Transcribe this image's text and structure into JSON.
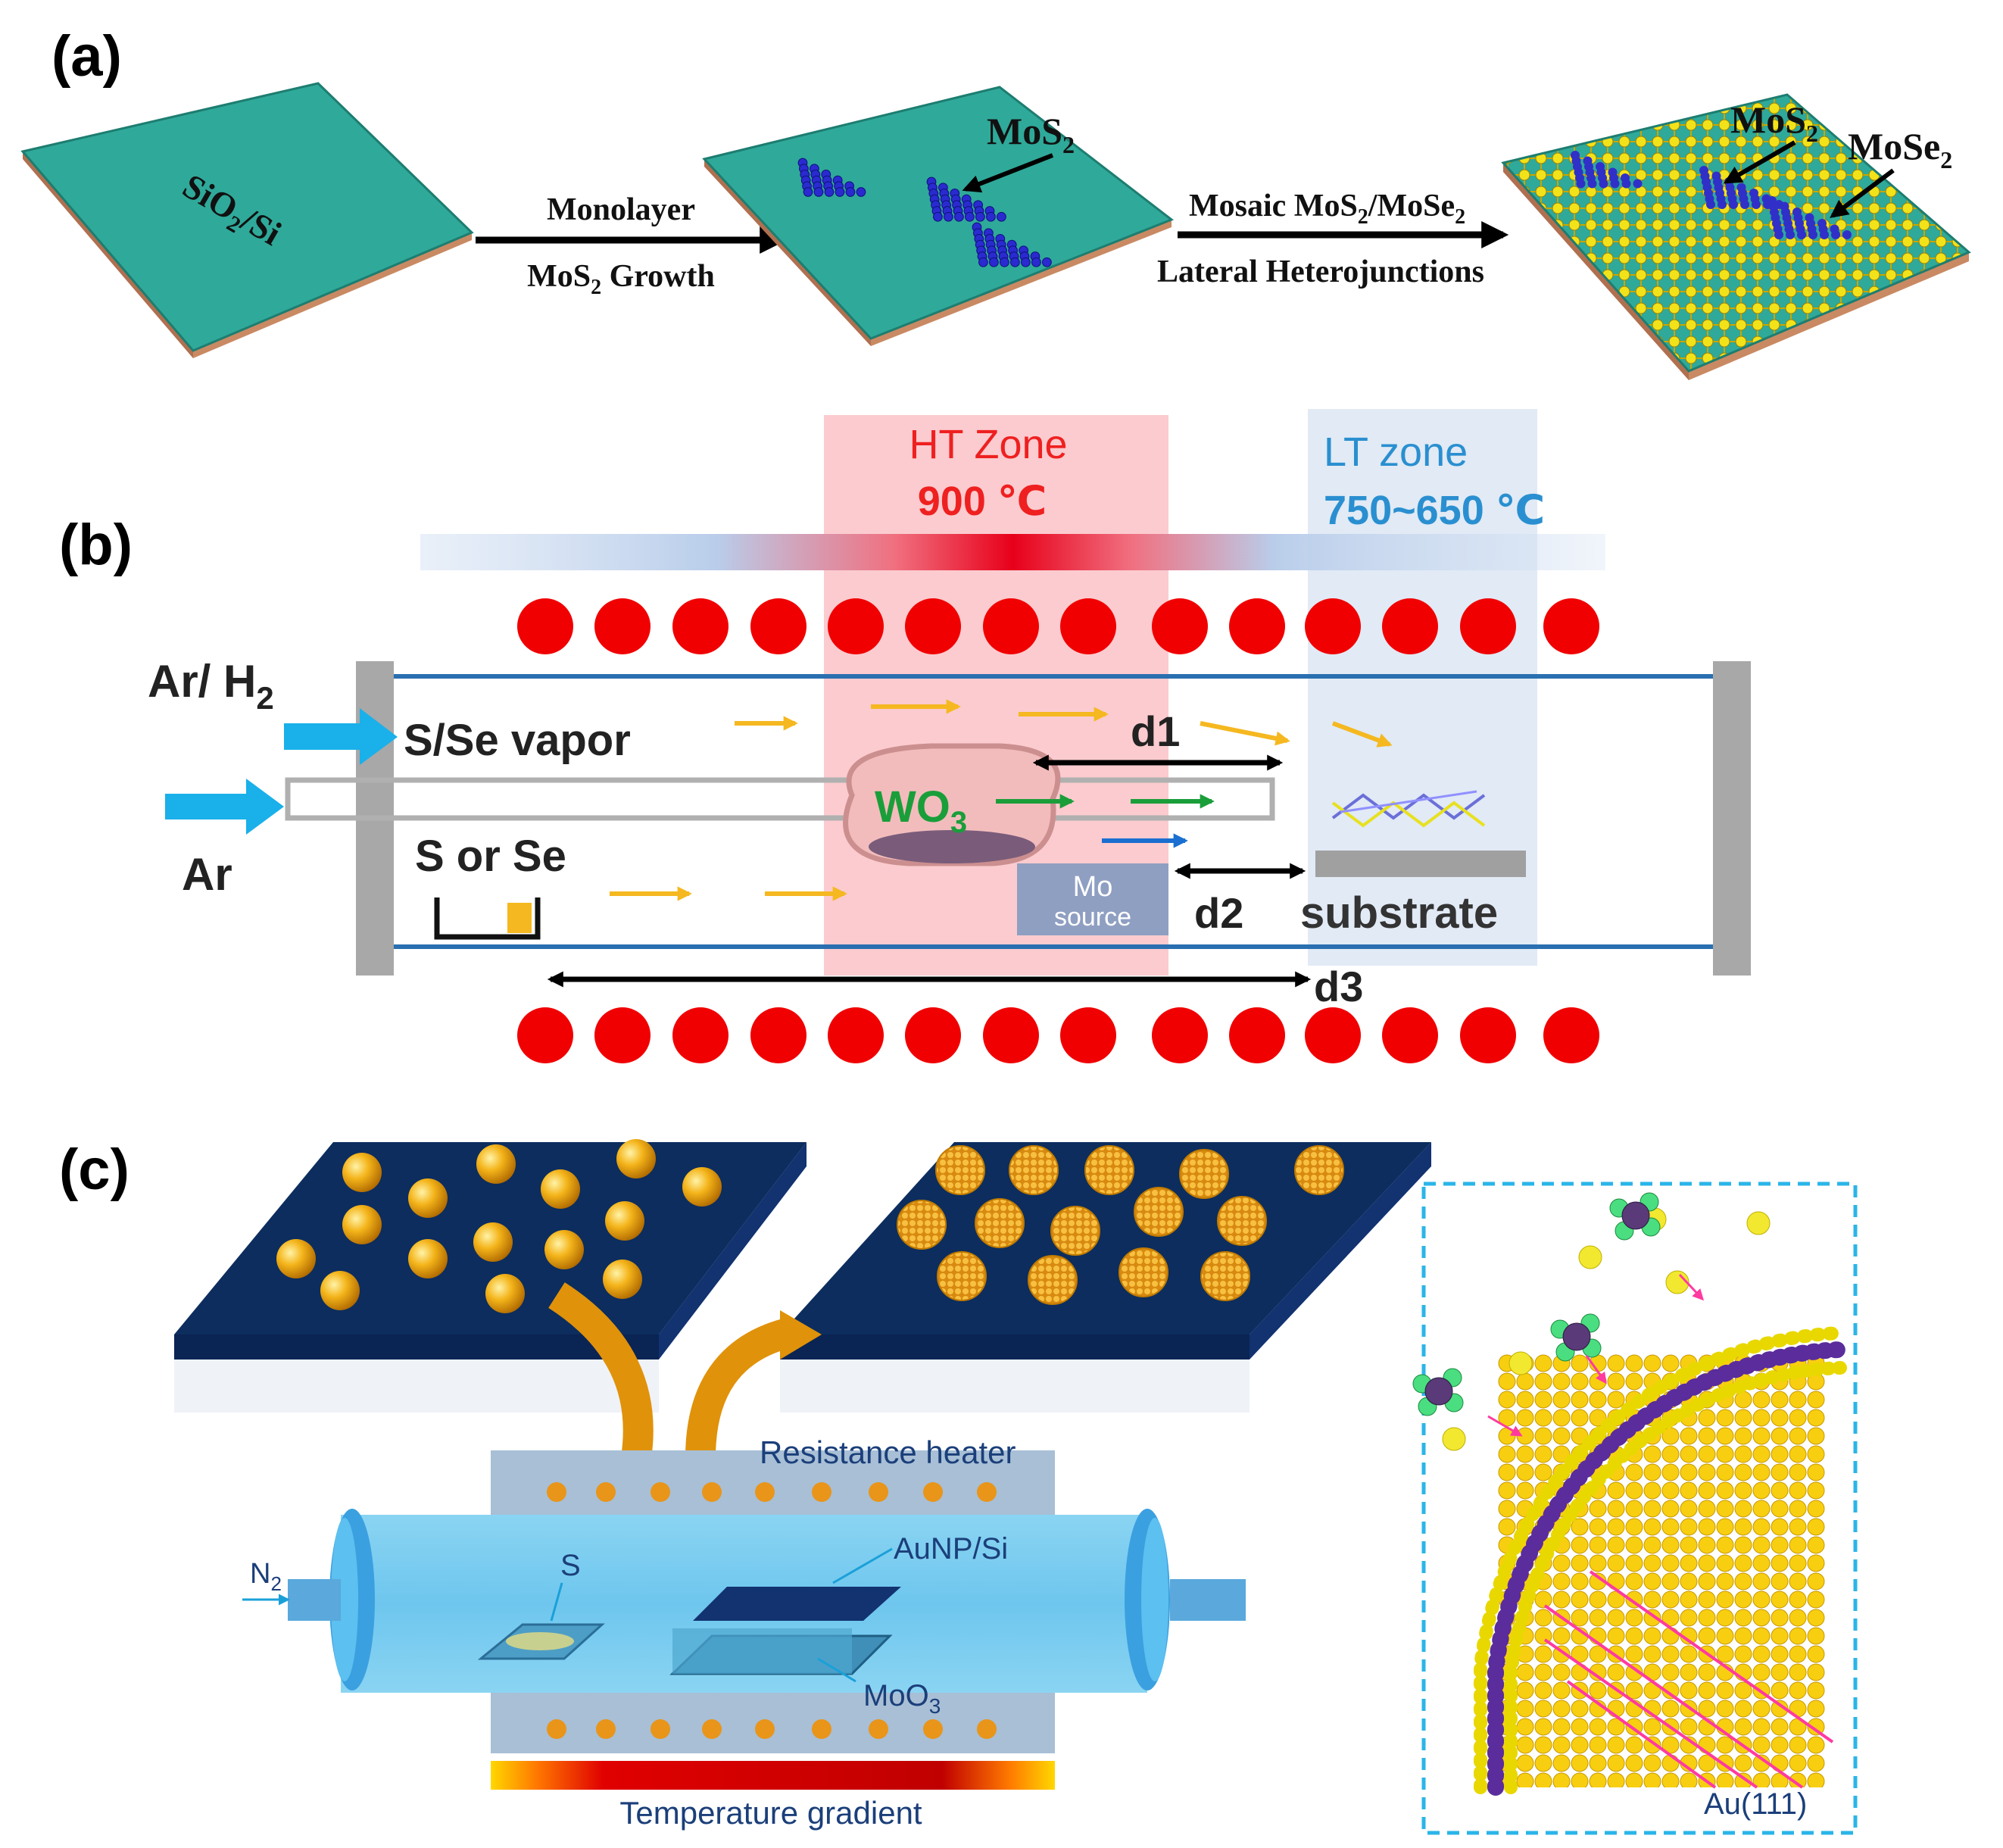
{
  "panel_a": {
    "label": "(a)",
    "substrate_label": "SiO",
    "substrate_sub": "2",
    "substrate_suffix": "/Si",
    "arrow1_top": "Monolayer",
    "arrow1_bottom_a": "MoS",
    "arrow1_bottom_sub": "2",
    "arrow1_bottom_b": " Growth",
    "mos2_label": "MoS",
    "mos2_sub": "2",
    "arrow2_top_a": "Mosaic MoS",
    "arrow2_top_sub1": "2",
    "arrow2_top_b": "/MoSe",
    "arrow2_top_sub2": "2",
    "arrow2_bottom": "Lateral Heterojunctions",
    "het_mos2": "MoS",
    "het_mos2_sub": "2",
    "het_mose2": "MoSe",
    "het_mose2_sub": "2"
  },
  "panel_b": {
    "label": "(b)",
    "ht_zone": "HT Zone",
    "ht_temp": "900 ℃",
    "lt_zone": "LT zone",
    "lt_temp": "750~650 ℃",
    "gas1": "Ar/ H",
    "gas1_sub": "2",
    "gas2": "Ar",
    "vapor": "S/Se vapor",
    "source": "S or Se",
    "wo3": "WO",
    "wo3_sub": "3",
    "mo_source_1": "Mo",
    "mo_source_2": "source",
    "substrate": "substrate",
    "d1": "d1",
    "d2": "d2",
    "d3": "d3"
  },
  "panel_c": {
    "label": "(c)",
    "heater": "Resistance heater",
    "gas": "N",
    "gas_sub": "2",
    "sulfur": "S",
    "aunp": "AuNP/Si",
    "moo3": "MoO",
    "moo3_sub": "3",
    "gradient": "Temperature gradient",
    "facet": "Au(111)"
  },
  "colors": {
    "teal": "#2fa99a",
    "copper": "#c98a63",
    "heater_red": "#f00000",
    "ht_zone_text": "#ef2020",
    "lt_zone_text": "#2a8fd0",
    "arrow_blue": "#1ab0ea",
    "arrow_orange": "#f5b820",
    "wo3_green": "#1a9e3a",
    "navy": "#0c2d5e",
    "gold": "#f0b81a",
    "purple": "#5a2c9c",
    "dash_cyan": "#2bb5e8"
  }
}
